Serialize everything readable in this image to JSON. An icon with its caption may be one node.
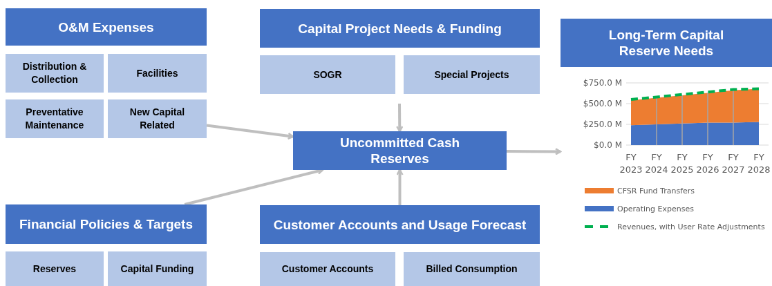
{
  "diagram": {
    "nodes": [
      {
        "text": [
          "O&M Expenses"
        ]
      },
      {
        "text": [
          "Distribution & Collection"
        ]
      },
      {
        "text": [
          "Facilities"
        ]
      },
      {
        "text": [
          "Preventative Maintenance"
        ]
      },
      {
        "text": [
          "New Capital Related"
        ]
      },
      {
        "text": [
          "Financial Policies & Targets"
        ]
      },
      {
        "text": [
          "Reserves"
        ]
      },
      {
        "text": [
          "Capital Funding"
        ]
      },
      {
        "text": [
          "Capital Project Needs & Funding"
        ]
      },
      {
        "text": [
          "SOGR"
        ]
      },
      {
        "text": [
          "Special Projects"
        ]
      },
      {
        "text": [
          "Uncommitted Cash Reserves"
        ]
      },
      {
        "text": [
          "Customer Accounts and Usage Forecast"
        ]
      },
      {
        "text": [
          "Customer Accounts"
        ]
      },
      {
        "text": [
          "Billed Consumption"
        ]
      },
      {
        "text": [
          "Long-Term Capital Reserve Needs"
        ]
      }
    ],
    "edges": [
      {
        "from": 4,
        "to": 11,
        "arrow": "to"
      },
      {
        "from": 5,
        "to": 11,
        "arrow": "to"
      },
      {
        "from": null,
        "to": 11,
        "arrow": "to"
      },
      {
        "from": 12,
        "to": 11,
        "arrow": "to"
      },
      {
        "from": 11,
        "to": 15,
        "arrow": "to"
      }
    ],
    "chart_data": {
      "type": "area",
      "stacked": true,
      "grid": true,
      "legend": true,
      "categories": [
        "FY 2023",
        "FY 2024",
        "FY 2025",
        "FY 2026",
        "FY 2027",
        "FY 2028"
      ],
      "yticks": [
        {
          "value": 0,
          "label": "$0.0 M"
        },
        {
          "value": 250,
          "label": "$250.0 M"
        },
        {
          "value": 500,
          "label": "$500.0 M"
        },
        {
          "value": 750,
          "label": "$750.0 M"
        }
      ],
      "ylim": [
        0,
        750
      ],
      "series": [
        {
          "name": "Operating Expenses",
          "color": "#4472c4",
          "values": [
            240,
            250,
            260,
            270,
            270,
            280
          ]
        },
        {
          "name": "CFSR Fund Transfers",
          "color": "#ed7d31",
          "values": [
            300,
            320,
            340,
            360,
            390,
            400
          ]
        },
        {
          "name": "Revenues, with User Rate Adjustments",
          "color": "#00b050",
          "type": "line",
          "line_style": "dashed",
          "values": [
            550,
            580,
            610,
            640,
            670,
            680
          ]
        }
      ]
    }
  }
}
